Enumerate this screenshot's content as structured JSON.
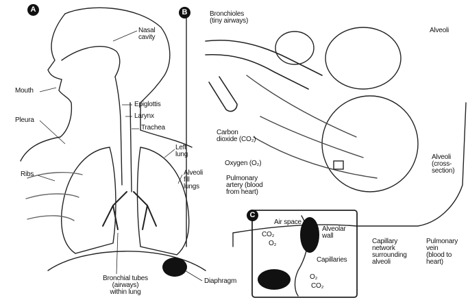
{
  "panels": {
    "a": "A",
    "b": "B",
    "c": "C"
  },
  "labels": {
    "nasal_cavity": "Nasal\ncavity",
    "mouth": "Mouth",
    "epiglottis": "Epiglottis",
    "larynx": "Larynx",
    "trachea": "Trachea",
    "pleura": "Pleura",
    "ribs": "Ribs",
    "left_lung": "Left\nlung",
    "alveoli_fill_lungs": "Alveoli\nfill\nlungs",
    "bronchial_tubes": "Bronchial tubes\n(airways)\nwithin lung",
    "diaphragm": "Diaphragm",
    "bronchioles": "Bronchioles\n(tiny airways)",
    "alveoli": "Alveoli",
    "carbon_dioxide": "Carbon\ndioxide (CO₂)",
    "oxygen": "Oxygen (O₂)",
    "pulmonary_artery": "Pulmonary\nartery (blood\nfrom heart)",
    "alveoli_cross_section": "Alveoli\n(cross-\nsection)",
    "capillary_network": "Capillary\nnetwork\nsurrounding\nalveoli",
    "pulmonary_vein": "Pulmonary\nvein\n(blood to\nheart)",
    "air_space": "Air space",
    "co2_inset_top": "CO₂",
    "o2_inset_top": "O₂",
    "alveolar_wall": "Alveolar\nwall",
    "capillaries": "Capillaries",
    "o2_inset_bottom": "O₂",
    "co2_inset_bottom": "CO₂"
  }
}
